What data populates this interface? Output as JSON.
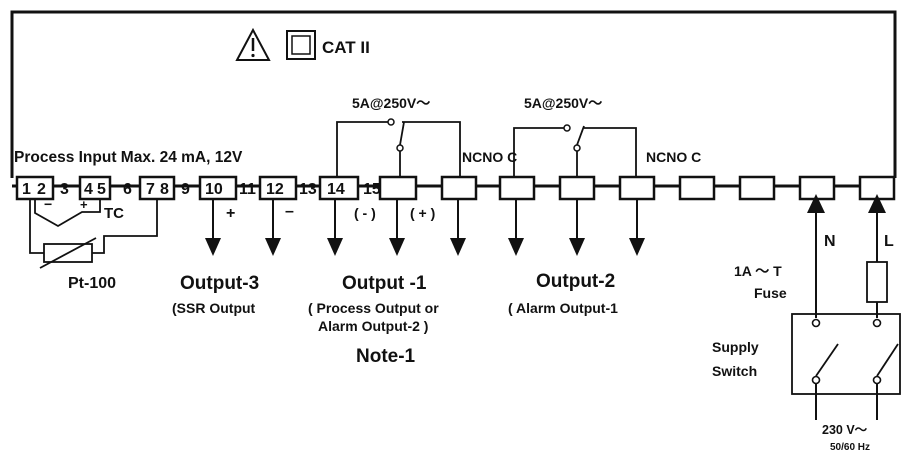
{
  "safety": {
    "warning_icon": "warning-triangle-icon",
    "insulation_icon": "double-insulation-square-icon",
    "category": "CAT II"
  },
  "relay_ratings": [
    "5A@250V～",
    "5A@250V～"
  ],
  "input_header": "Process Input Max. 24 mA, 12V",
  "terminal_numbers": [
    "1",
    "2",
    "3",
    "4",
    "5",
    "6",
    "7",
    "8",
    "9",
    "10",
    "11",
    "12",
    "13",
    "14",
    "15"
  ],
  "relay_contacts": [
    "NCNO C",
    "NCNO C"
  ],
  "sensor_labels": {
    "tc": "TC",
    "pt100": "Pt-100",
    "minus": "−",
    "plus": "+"
  },
  "polarity": {
    "out3_plus": "+",
    "out3_minus": "–",
    "out1_minus": "( - )",
    "out1_plus": "( + )"
  },
  "outputs": [
    {
      "title": "Output-3",
      "desc_lines": [
        "(SSR Output"
      ]
    },
    {
      "title": "Output -1",
      "desc_lines": [
        "( Process Output or",
        "Alarm Output-2 )"
      ]
    },
    {
      "title": "Output-2",
      "desc_lines": [
        "( Alarm Output-1"
      ]
    }
  ],
  "note": "Note-1",
  "supply": {
    "n": "N",
    "l": "L",
    "fuse_rating": "1A ～ T",
    "fuse": "Fuse",
    "switch_line1": "Supply",
    "switch_line2": "Switch",
    "voltage": "230 V～",
    "frequency": "50/60 Hz"
  },
  "colors": {
    "ink": "#111111",
    "background": "#ffffff"
  }
}
